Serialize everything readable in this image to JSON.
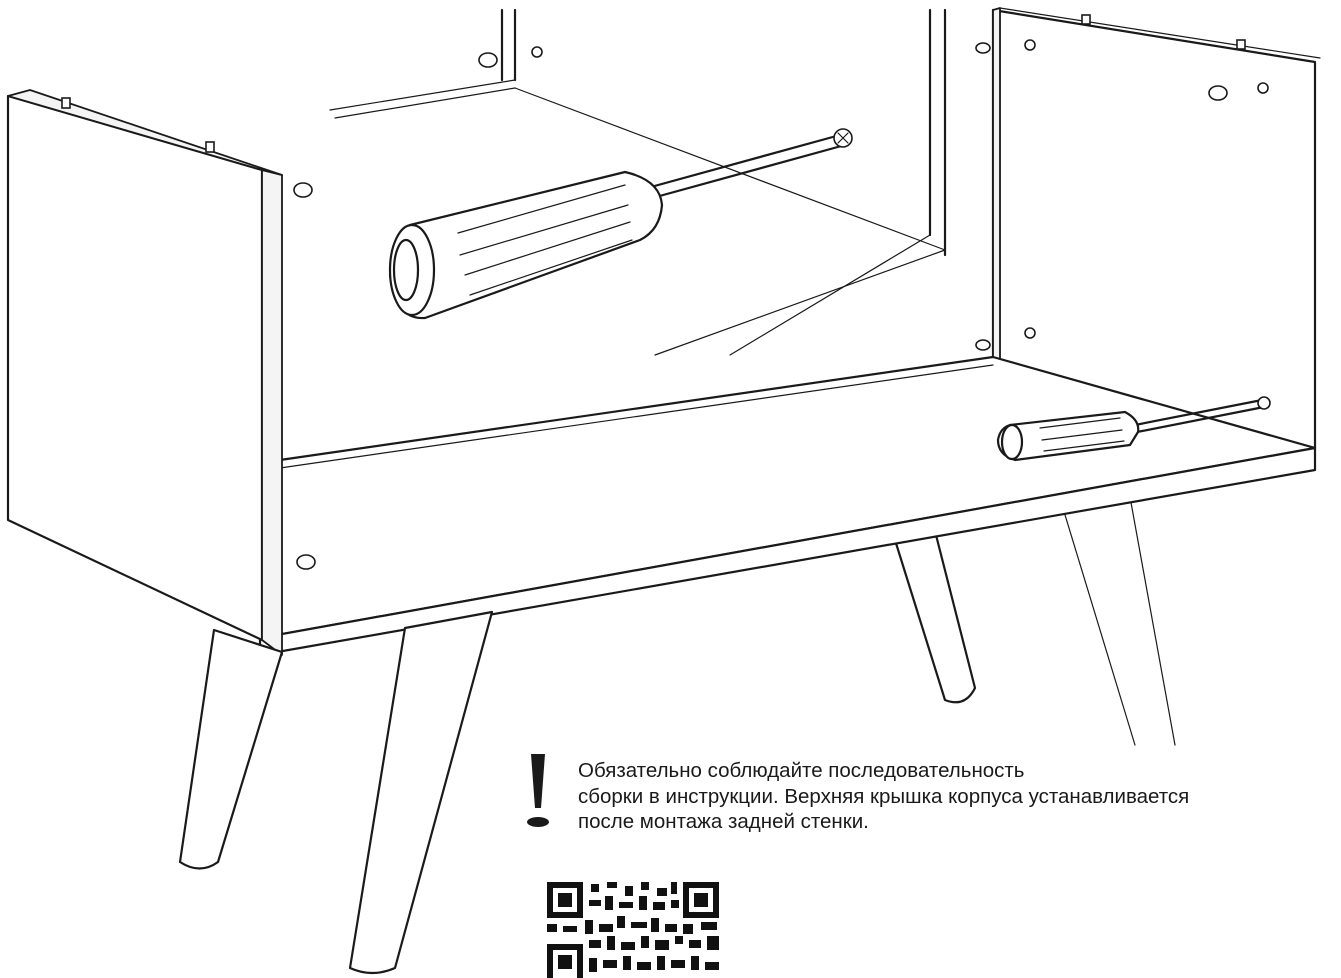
{
  "notice": {
    "icon": "exclamation-icon",
    "lines": [
      "Обязательно соблюдайте последовательность",
      "сборки в инструкции. Верхняя крышка корпуса устанавливается",
      "после монтажа задней стенки."
    ]
  },
  "qr": {
    "icon": "qr-code-icon"
  },
  "illustration": {
    "subject": "cabinet-assembly-step",
    "tools": [
      "screwdriver-icon",
      "screwdriver-icon"
    ],
    "colors": {
      "line": "#1a1a1a",
      "background": "#ffffff"
    }
  }
}
